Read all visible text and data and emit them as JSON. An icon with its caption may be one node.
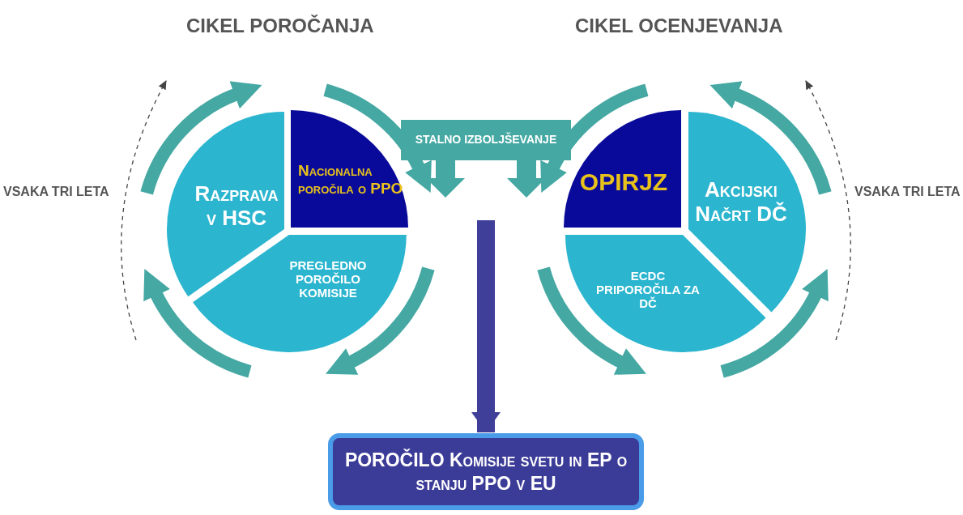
{
  "diagram": {
    "nodes": [
      {
        "text": [
          "Nacionalna poročila o PPO"
        ]
      },
      {
        "text": [
          "Razprava v HSC"
        ]
      },
      {
        "text": [
          "PREGLEDNO POROČILO KOMISIJE"
        ]
      },
      {
        "text": [
          "STALNO IZBOLJŠEVANJE"
        ]
      },
      {
        "text": [
          "OPIRJZ"
        ]
      },
      {
        "text": [
          "Akcijski Načrt DČ"
        ]
      },
      {
        "text": [
          "ECDC PRIPOROČILA ZA DČ"
        ]
      },
      {
        "text": [
          "POROČILO Komisije svetu in EP o stanju PPO v EU"
        ]
      }
    ],
    "edges": [
      {
        "from": null,
        "to": 7,
        "arrow": "to"
      }
    ],
    "labels": [
      "CIKEL POROČANJA",
      "CIKEL OCENJEVANJA",
      "VSAKA TRI LETA",
      "VSAKA TRI LETA"
    ]
  }
}
